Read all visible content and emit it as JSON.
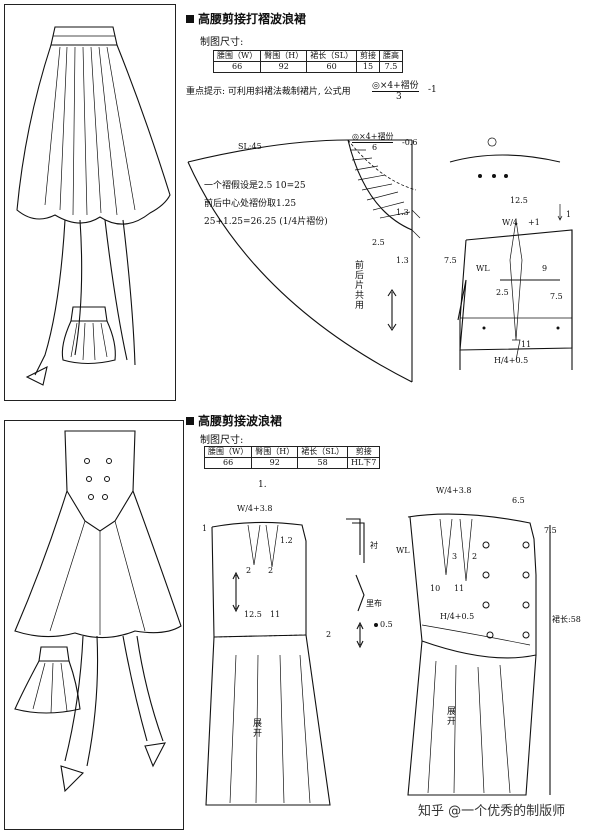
{
  "section1": {
    "title": "高腰剪接打褶波浪裙",
    "size_caption": "制图尺寸:",
    "table": {
      "headers": [
        "腰围（W）",
        "臀围（H）",
        "裙长（SL）",
        "剪接",
        "腰高"
      ],
      "values": [
        "66",
        "92",
        "60",
        "15",
        "7.5"
      ]
    },
    "hint_prefix": "重点提示: 可利用斜裙法裁制裙片, 公式用",
    "hint_formula_top": "◎×4+褶份",
    "hint_formula_bottom": "3",
    "hint_suffix": "-1",
    "fan": {
      "sl_label": "SL:45",
      "formula_top": "◎×4+褶份",
      "formula_bottom": "6",
      "formula_suffix": "-0.6",
      "note1": "一个褶假设是2.5  10=25",
      "note2": "前后中心处褶份取1.25",
      "note3": "25+1.25=26.25 (1/4片褶份)",
      "m_13a": "1.3",
      "m_25": "2.5",
      "m_13b": "1.3",
      "vertical": "前后片共用"
    },
    "bodice": {
      "w4": "W/4",
      "plus1": "+1",
      "down1": "1",
      "n125": "12.5",
      "n75a": "7.5",
      "wl": "WL",
      "n9": "9",
      "n25": "2.5",
      "n75b": "7.5",
      "n11": "11",
      "h4": "H/4+0.5"
    }
  },
  "section2": {
    "title": "高腰剪接波浪裙",
    "size_caption": "制图尺寸:",
    "table": {
      "headers": [
        "腰围（W）",
        "臀围（H）",
        "裙长（SL）",
        "剪接"
      ],
      "values": [
        "66",
        "92",
        "58",
        "HL下7"
      ]
    },
    "step": "1.",
    "left": {
      "w4": "W/4+3.8",
      "n1": "1",
      "n12": "1.2",
      "n2a": "2",
      "n2b": "2",
      "n125": "12.5",
      "n11": "11",
      "n2c": "2",
      "open": "展开"
    },
    "middle": {
      "lining": "衬",
      "inner": "里布"
    },
    "right": {
      "w4": "W/4+3.8",
      "n65": "6.5",
      "n75": "7.5",
      "wl": "WL",
      "n3": "3",
      "n2": "2",
      "n10": "10",
      "n11": "11",
      "h4": "H/4+0.5",
      "n05": "0.5",
      "sl": "裙长:58",
      "open": "展开"
    }
  },
  "watermark": "知乎 @一个优秀的制版师"
}
